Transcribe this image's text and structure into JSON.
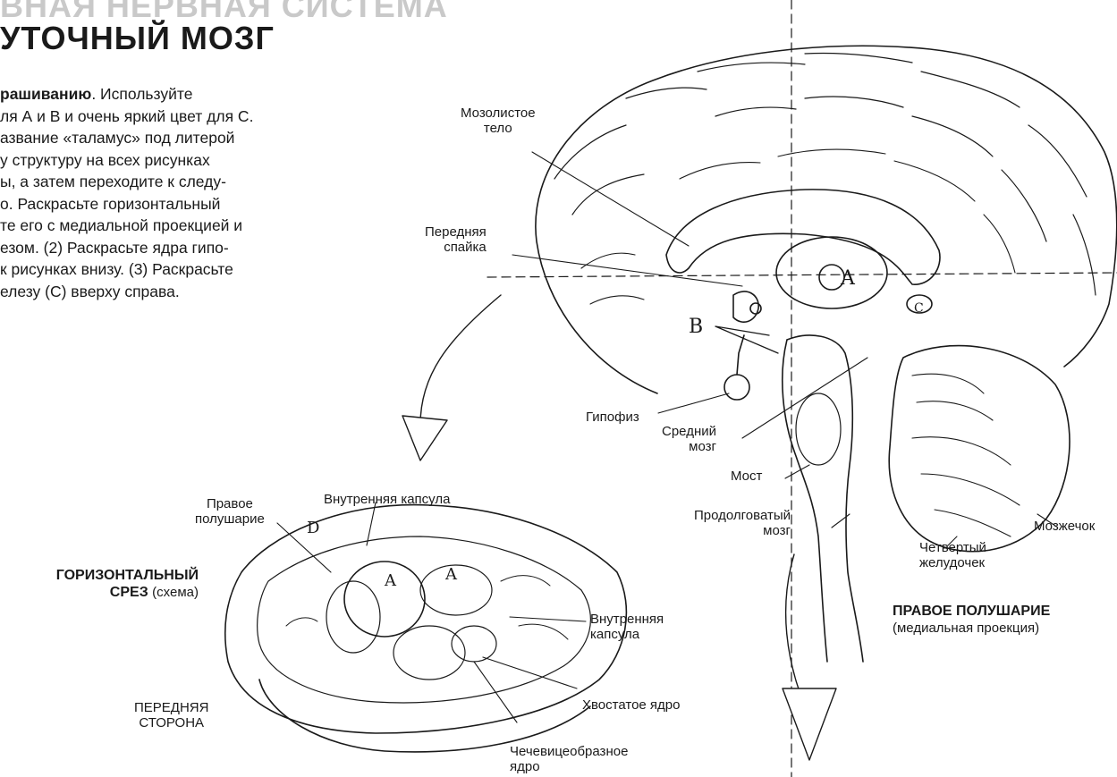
{
  "header": {
    "title_line1": "ВНАЯ НЕРВНАЯ СИСТЕМА",
    "title_line2": "УТОЧНЫЙ МОЗГ"
  },
  "instructions": {
    "bold_part": "рашиванию",
    "text_line1": ". Используйте",
    "text_rest": "ля А и В и очень яркий цвет для С.\nазвание «таламус» под литерой\nу структуру на всех рисунках\nы, а затем переходите к следу-\nо. Раскрасьте горизонтальный\nте его с медиальной проекцией и\nезом. (2) Раскрасьте ядра гипо-\nк рисунках внизу. (3) Раскрасьте\nелезу (С) вверху справа."
  },
  "medial_view": {
    "caption_bold": "ПРАВОЕ ПОЛУШАРИЕ",
    "caption_sub": "(медиальная проекция)",
    "labels": {
      "corpus_callosum": "Мозолистое\nтело",
      "anterior_commissure": "Передняя\nспайка",
      "pituitary": "Гипофиз",
      "midbrain": "Средний\nмозг",
      "pons": "Мост",
      "medulla": "Продолговатый\nмозг",
      "fourth_ventricle": "Четвертый\nжелудочек",
      "cerebellum": "Мозжечок"
    },
    "letters": {
      "a": "A",
      "b": "B",
      "c": "C"
    }
  },
  "horizontal_section": {
    "caption_bold_1": "ГОРИЗОНТАЛЬНЫЙ",
    "caption_bold_2": "СРЕЗ",
    "caption_sub": "(схема)",
    "labels": {
      "right_hemisphere": "Правое\nполушарие",
      "internal_capsule_top": "Внутренняя капсула",
      "internal_capsule_right": "Внутренняя\nкапсула",
      "caudate_nucleus": "Хвостатое ядро",
      "lentiform_nucleus": "Чечевицеобразное\nядро",
      "anterior_side": "ПЕРЕДНЯЯ\nСТОРОНА"
    },
    "letters": {
      "a": "A",
      "d": "D"
    }
  },
  "colors": {
    "ink": "#1a1a1a",
    "faded_heading": "#c9c9c9",
    "background": "#ffffff"
  }
}
